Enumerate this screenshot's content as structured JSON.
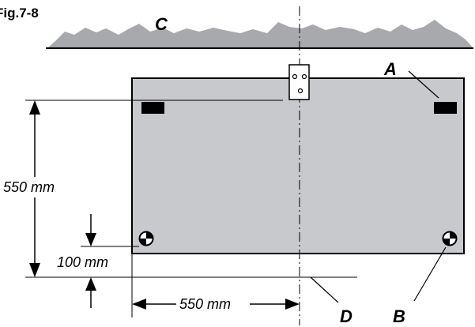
{
  "figure": {
    "title": "Fig.7-8",
    "labels": {
      "a": "A",
      "b": "B",
      "c": "C",
      "d": "D"
    },
    "dimensions": {
      "vertical_height": "550 mm",
      "bottom_offset": "100 mm",
      "horizontal_width": "550 mm"
    },
    "colors": {
      "panel_fill": "#c8c9cd",
      "wall_fill": "#a8a9ad",
      "line": "#000000",
      "background": "#ffffff"
    },
    "icons": {
      "bracket": "wall-bracket-icon",
      "foot": "leveling-foot-icon",
      "slot": "mounting-slot-icon"
    }
  }
}
